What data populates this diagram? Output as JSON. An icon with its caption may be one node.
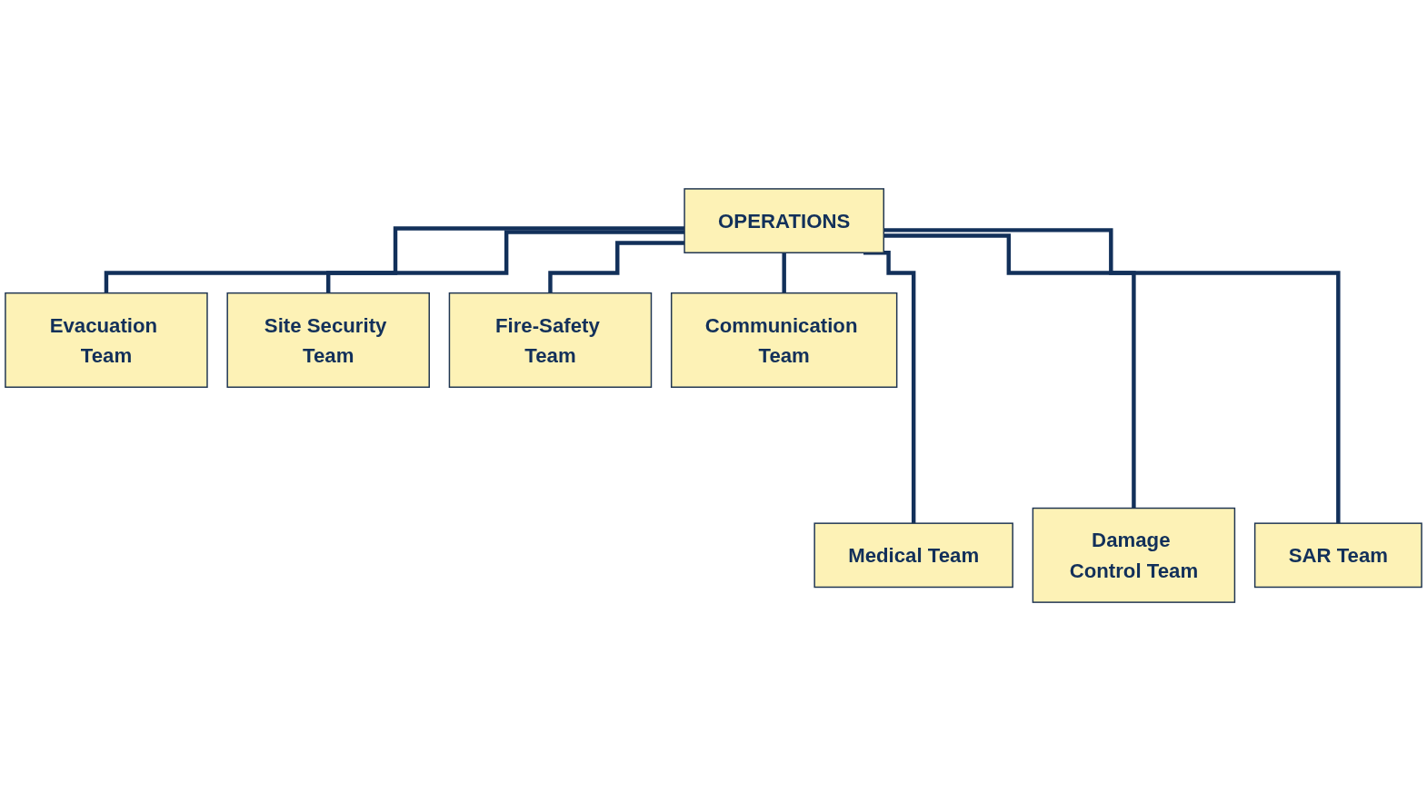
{
  "diagram": {
    "nodes": [
      {
        "text": [
          "OPERATIONS"
        ]
      },
      {
        "text": [
          "Evacuation Team"
        ]
      },
      {
        "text": [
          "Medical Team"
        ]
      },
      {
        "text": [
          "Site Security Team"
        ]
      },
      {
        "text": [
          "Damage Control Team"
        ]
      },
      {
        "text": [
          "Fire-Safety Team"
        ]
      },
      {
        "text": [
          "SAR Team"
        ]
      },
      {
        "text": [
          "Communication Team"
        ]
      }
    ],
    "edges": [
      {
        "from": 0,
        "to": 1,
        "arrow": "none"
      },
      {
        "from": 0,
        "to": 2,
        "arrow": "none"
      },
      {
        "from": 0,
        "to": 3,
        "arrow": "none"
      },
      {
        "from": 0,
        "to": 4,
        "arrow": "none"
      },
      {
        "from": 0,
        "to": 5,
        "arrow": "none"
      },
      {
        "from": 0,
        "to": 6,
        "arrow": "none"
      },
      {
        "from": 0,
        "to": 7,
        "arrow": "none"
      }
    ]
  }
}
